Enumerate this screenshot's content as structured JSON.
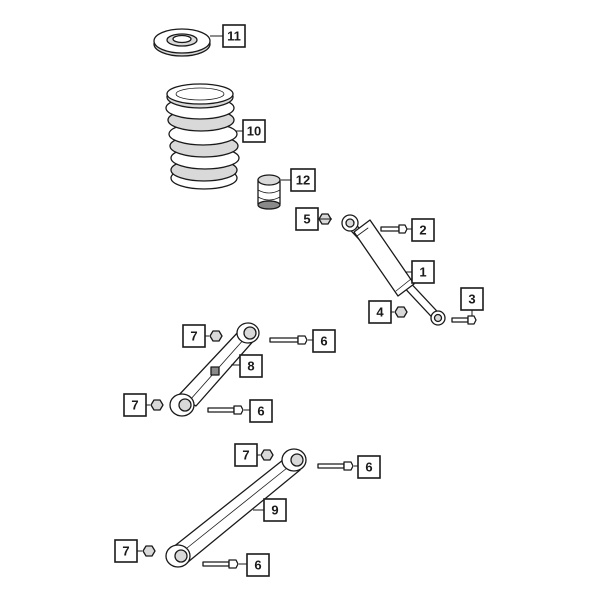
{
  "callouts": [
    {
      "id": "c1",
      "label": "1"
    },
    {
      "id": "c2",
      "label": "2"
    },
    {
      "id": "c3",
      "label": "3"
    },
    {
      "id": "c4",
      "label": "4"
    },
    {
      "id": "c5",
      "label": "5"
    },
    {
      "id": "c6a",
      "label": "6"
    },
    {
      "id": "c6b",
      "label": "6"
    },
    {
      "id": "c6c",
      "label": "6"
    },
    {
      "id": "c6d",
      "label": "6"
    },
    {
      "id": "c7a",
      "label": "7"
    },
    {
      "id": "c7b",
      "label": "7"
    },
    {
      "id": "c7c",
      "label": "7"
    },
    {
      "id": "c7d",
      "label": "7"
    },
    {
      "id": "c8",
      "label": "8"
    },
    {
      "id": "c9",
      "label": "9"
    },
    {
      "id": "c10",
      "label": "10"
    },
    {
      "id": "c11",
      "label": "11"
    },
    {
      "id": "c12",
      "label": "12"
    }
  ]
}
